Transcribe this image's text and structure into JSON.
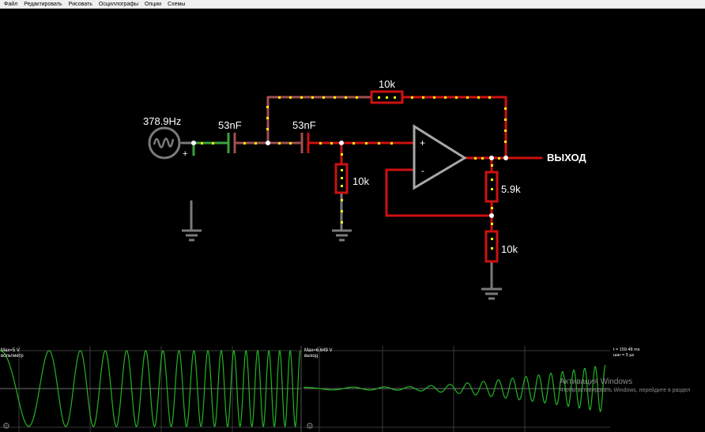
{
  "menu": {
    "items": [
      "Файл",
      "Редактировать",
      "Рисовать",
      "Осциллографы",
      "Опции",
      "Схемы"
    ]
  },
  "circuit": {
    "source_freq": "378.9Hz",
    "source_polarity": "+",
    "cap1": "53nF",
    "cap2": "53nF",
    "r_feedback": "10k",
    "r_shunt": "10k",
    "r_gain_top": "5.9k",
    "r_gain_bottom": "10k",
    "opamp_plus": "+",
    "opamp_minus": "-",
    "output_label": "ВЫХОД"
  },
  "scopes": [
    {
      "max_label": "Max=5 V",
      "name": "вольтметр"
    },
    {
      "max_label": "Max=6.649 V",
      "name": "выход"
    }
  ],
  "scope_info": {
    "time": "t = 159.48 ms",
    "step": "шаг = 5 µs"
  },
  "windows_watermark": {
    "title": "Активация Windows",
    "subtitle": "Чтобы активировать Windows, перейдите в раздел"
  },
  "colors": {
    "wire_red": "#cc1111",
    "wire_dark": "#a05050",
    "wire_green": "#3ba33b",
    "wire_gray": "#7a7a7a",
    "current_dot": "#ffee00",
    "scope_trace": "#22b422",
    "scope_grid": "#3a3a3a"
  }
}
